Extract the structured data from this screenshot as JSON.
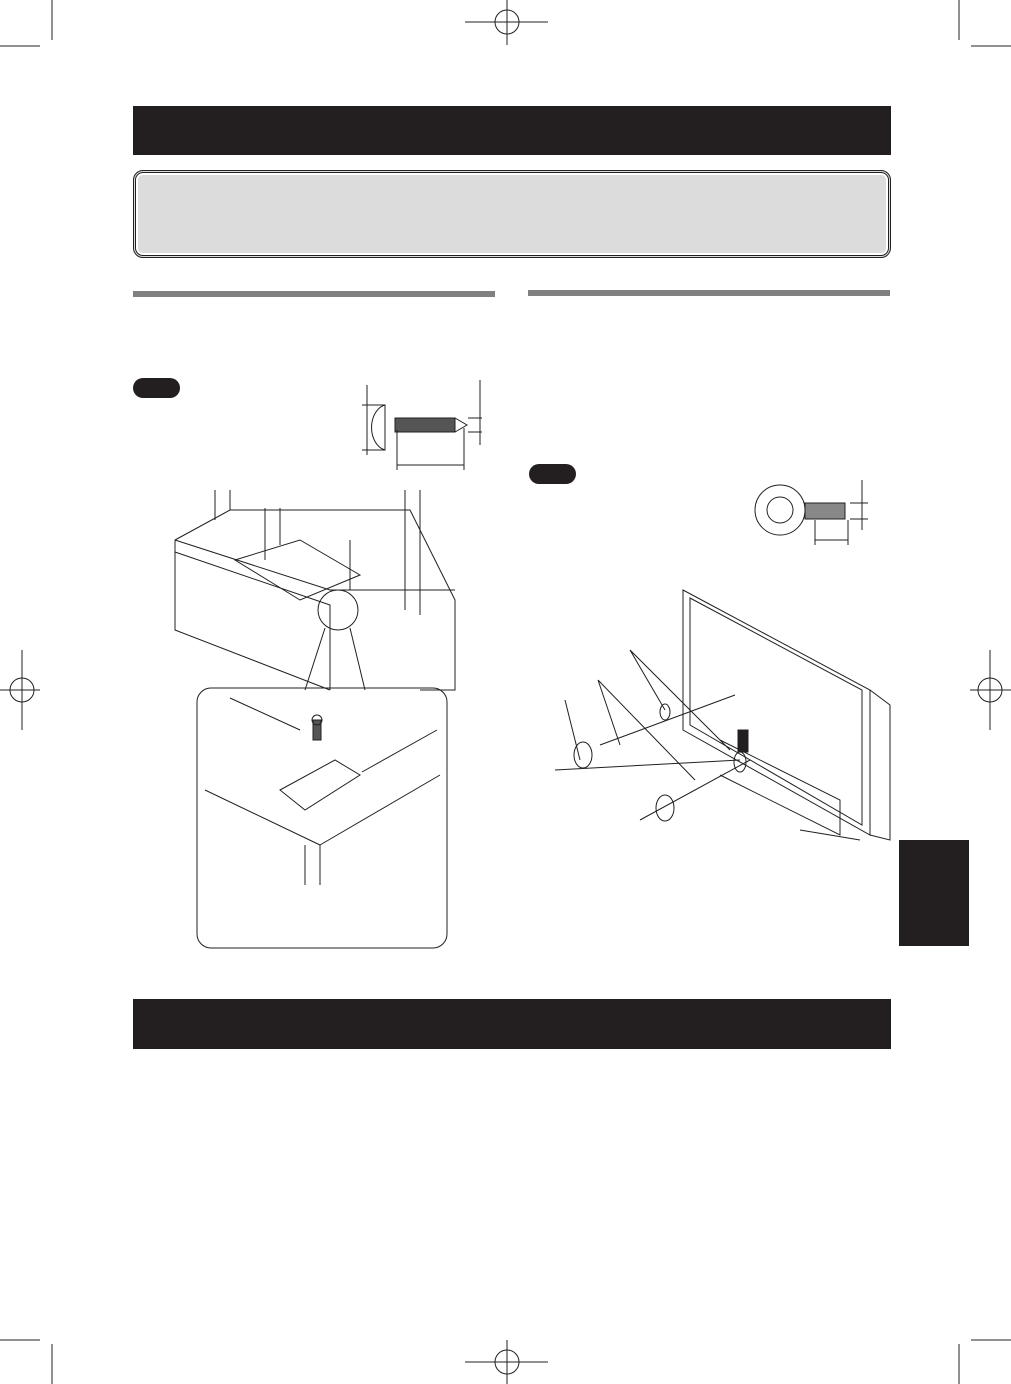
{
  "colors": {
    "header_bar": "#231f20",
    "subheader_box": "#dcdcdc",
    "rule": "#808080",
    "side_tab": "#231f20"
  },
  "icons": [
    "crop-mark-icon",
    "registration-mark-icon",
    "screw-diagram",
    "eye-bolt-diagram",
    "stand-mount-illustration",
    "wall-anchor-illustration"
  ]
}
